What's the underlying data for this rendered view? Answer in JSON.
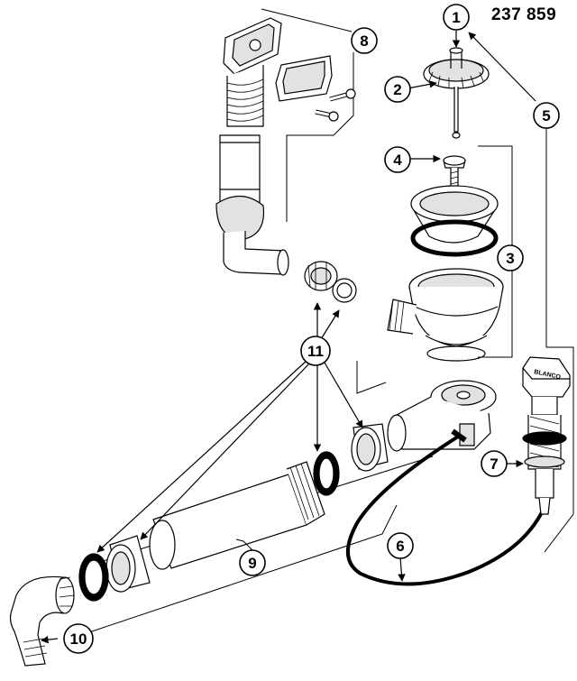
{
  "header": {
    "part_number": "237 859"
  },
  "brand_label": "BLANCO",
  "callouts": {
    "c1": "1",
    "c2": "2",
    "c3": "3",
    "c4": "4",
    "c5": "5",
    "c6": "6",
    "c7": "7",
    "c8": "8",
    "c9": "9",
    "c10": "10",
    "c11": "11"
  },
  "colors": {
    "line": "#000000",
    "fill": "#ffffff",
    "shade": "#e2e2e2",
    "dark": "#9a9a9a"
  }
}
